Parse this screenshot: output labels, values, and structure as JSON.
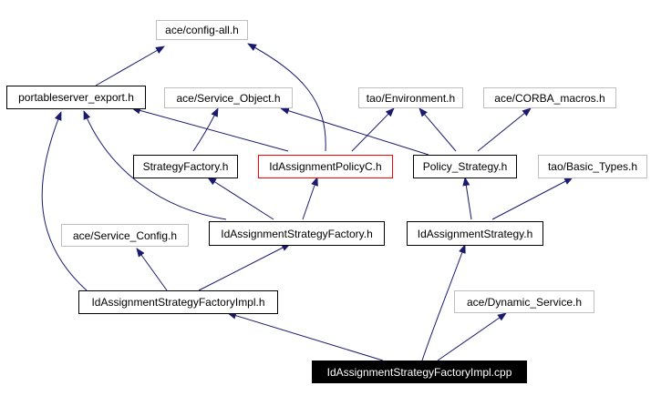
{
  "colors": {
    "edge": "#1a1a6e",
    "gray_border": "#bfbfbf",
    "focus_border": "#ff0000",
    "root_fill": "#000000"
  },
  "nodes": {
    "config_all": "ace/config-all.h",
    "portableserver_export": "portableserver_export.h",
    "service_object": "ace/Service_Object.h",
    "tao_environment": "tao/Environment.h",
    "corba_macros": "ace/CORBA_macros.h",
    "strategy_factory": "StrategyFactory.h",
    "idassignment_policyc": "IdAssignmentPolicyC.h",
    "policy_strategy": "Policy_Strategy.h",
    "basic_types": "tao/Basic_Types.h",
    "service_config": "ace/Service_Config.h",
    "idassignment_strategy_factory": "IdAssignmentStrategyFactory.h",
    "idassignment_strategy": "IdAssignmentStrategy.h",
    "idassignment_strategy_factory_impl_h": "IdAssignmentStrategyFactoryImpl.h",
    "dynamic_service": "ace/Dynamic_Service.h",
    "idassignment_strategy_factory_impl_cpp": "IdAssignmentStrategyFactoryImpl.cpp"
  }
}
